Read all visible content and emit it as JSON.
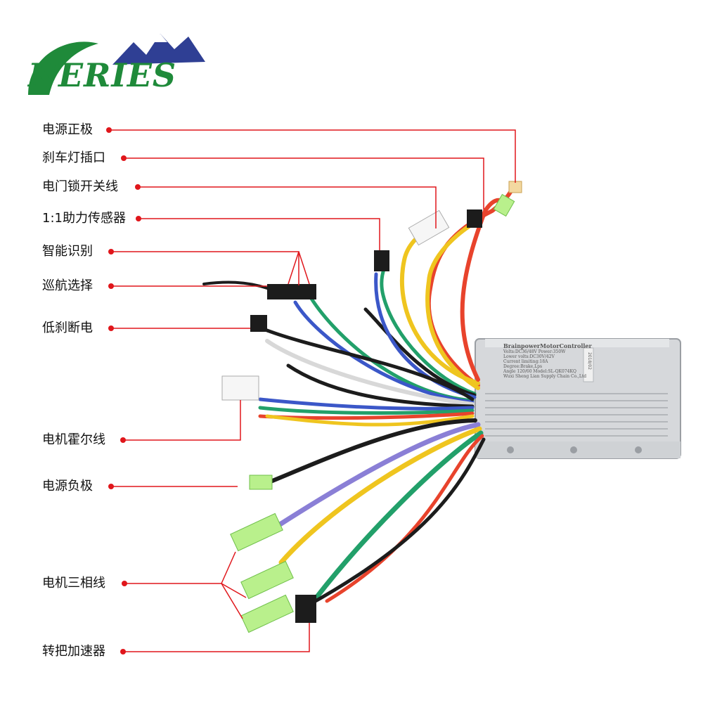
{
  "logo": {
    "text": "NERIES",
    "initial": ""
  },
  "annotation_color": "#e0161b",
  "labels": [
    "电源正极",
    "刹车灯插口",
    "电门锁开关线",
    "1:1助力传感器",
    "智能识别",
    "巡航选择",
    "低刹断电",
    "电机霍尔线",
    "电源负极",
    "电机三相线",
    "转把加速器"
  ],
  "controller": {
    "title": "BrainpowerMotorController",
    "lines": [
      "Volts:DC36/48V   Power:350W",
      "Lower volts:DC30V/42V",
      "Current limiting:18A",
      "Degree:Brake,Lps",
      "Angle 120/60   Model:SL-QK074KQ",
      "Wuxi Sheng Lian Supply Chain Co.,Ltd"
    ],
    "side_code": "2018/02"
  },
  "wire_colors": {
    "red": "#e8432c",
    "yellow": "#efc51f",
    "green": "#22a06a",
    "blue": "#3b57c8",
    "black": "#1c1c1c",
    "white": "#d8d8d8",
    "gray": "#8a8a8a",
    "purple": "#8a7fd6"
  }
}
